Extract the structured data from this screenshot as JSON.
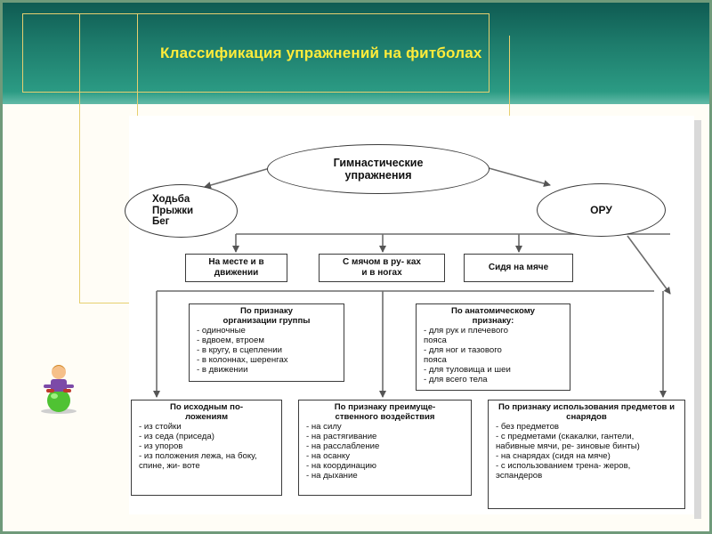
{
  "slide": {
    "title": "Классификация упражнений на фитболах"
  },
  "diagram": {
    "root": "Гимнастические упражнения",
    "left_node": [
      "Ходьба",
      "Прыжки",
      "Бег"
    ],
    "right_node": "ОРУ",
    "row1": [
      "На месте и в движении",
      "С мячом в ру- ках и в ногах",
      "Сидя на мяче"
    ],
    "group_box": {
      "title": "По признаку организации группы",
      "items": [
        "- одиночные",
        "- вдвоем, втроем",
        "- в кругу, в сцеплении",
        "- в колоннах, шеренгах",
        "- в движении"
      ]
    },
    "anatomy_box": {
      "title": "По анатомическому признаку:",
      "items": [
        "- для рук и плечевого пояса",
        "- для ног и тазового пояса",
        "- для туловища и шеи",
        "- для всего тела"
      ]
    },
    "start_box": {
      "title": "По исходным по- ложениям",
      "items": [
        "- из стойки",
        "- из седа (приседа)",
        "- из упоров",
        "- из положения лежа, на боку, спине, жи- воте"
      ]
    },
    "effect_box": {
      "title": "По признаку преимуще- ственного воздействия",
      "items": [
        "- на силу",
        "- на растягивание",
        "- на расслабление",
        "- на осанку",
        "- на координацию",
        "- на дыхание"
      ]
    },
    "equip_box": {
      "title": "По признаку использования предметов и снарядов",
      "items": [
        "- без предметов",
        "- с предметами (скакалки, гантели, набивные мячи, ре- зиновые бинты)",
        "- на снарядах (сидя на мяче)",
        "- с использованием трена- жеров, эспандеров"
      ]
    }
  },
  "colors": {
    "header": "#1d7b6b",
    "title": "#ffec3a",
    "accent_line": "#e6cf70"
  },
  "icons": [
    "child-on-fitball-icon"
  ]
}
